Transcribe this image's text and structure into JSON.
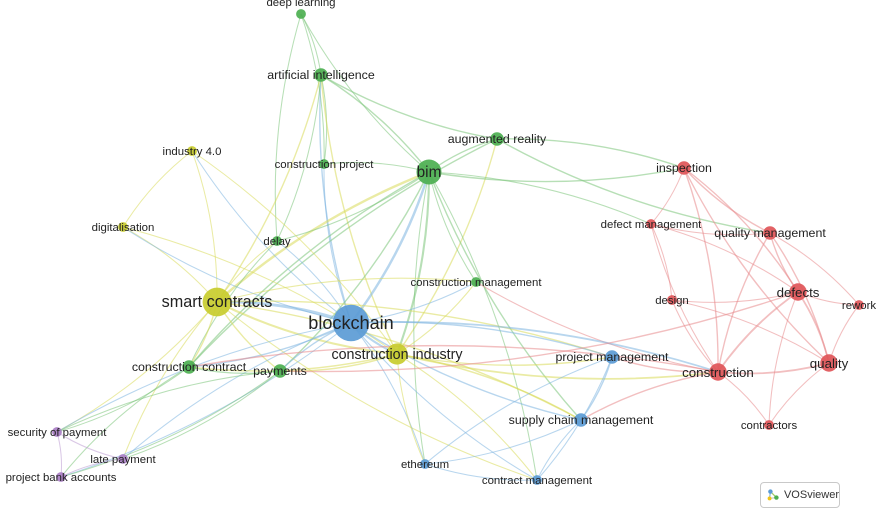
{
  "colors": {
    "green": "#4cae50",
    "blue": "#5b9bd5",
    "yellow": "#c9cc36",
    "red": "#e05256",
    "purple": "#a77cc2"
  },
  "clusters": {
    "green": {
      "node": "#4caf50",
      "edge": "#7cc47a"
    },
    "blue": {
      "node": "#5b9bd5",
      "edge": "#7eb5e0"
    },
    "yellow": {
      "node": "#c8cc2e",
      "edge": "#d8db5a"
    },
    "red": {
      "node": "#e05558",
      "edge": "#e88a8c"
    },
    "purple": {
      "node": "#a97ec4",
      "edge": "#bb9ad1"
    }
  },
  "nodes": [
    {
      "id": "deep-learning",
      "label": "deep learning",
      "cluster": "green",
      "weight": 1
    },
    {
      "id": "artificial-intelligence",
      "label": "artificial intelligence",
      "cluster": "green",
      "weight": 2
    },
    {
      "id": "augmented-reality",
      "label": "augmented reality",
      "cluster": "green",
      "weight": 2
    },
    {
      "id": "industry-4-0",
      "label": "industry 4.0",
      "cluster": "yellow",
      "weight": 1
    },
    {
      "id": "construction-project",
      "label": "construction project",
      "cluster": "green",
      "weight": 1
    },
    {
      "id": "bim",
      "label": "bim",
      "cluster": "green",
      "weight": 5
    },
    {
      "id": "digitalisation",
      "label": "digitalisation",
      "cluster": "yellow",
      "weight": 1
    },
    {
      "id": "delay",
      "label": "delay",
      "cluster": "green",
      "weight": 1
    },
    {
      "id": "construction-management",
      "label": "construction management",
      "cluster": "green",
      "weight": 1
    },
    {
      "id": "smart-contracts",
      "label": "smart contracts",
      "cluster": "yellow",
      "weight": 6
    },
    {
      "id": "blockchain",
      "label": "blockchain",
      "cluster": "blue",
      "weight": 8
    },
    {
      "id": "construction-industry",
      "label": "construction industry",
      "cluster": "yellow",
      "weight": 4
    },
    {
      "id": "construction-contract",
      "label": "construction contract",
      "cluster": "green",
      "weight": 2
    },
    {
      "id": "payments",
      "label": "payments",
      "cluster": "green",
      "weight": 2
    },
    {
      "id": "project-management",
      "label": "project management",
      "cluster": "blue",
      "weight": 2
    },
    {
      "id": "supply-chain-management",
      "label": "supply chain management",
      "cluster": "blue",
      "weight": 2
    },
    {
      "id": "ethereum",
      "label": "ethereum",
      "cluster": "blue",
      "weight": 1
    },
    {
      "id": "contract-management",
      "label": "contract management",
      "cluster": "blue",
      "weight": 1
    },
    {
      "id": "security-of-payment",
      "label": "security of payment",
      "cluster": "purple",
      "weight": 1
    },
    {
      "id": "late-payment",
      "label": "late payment",
      "cluster": "purple",
      "weight": 1
    },
    {
      "id": "project-bank-accounts",
      "label": "project bank accounts",
      "cluster": "purple",
      "weight": 1
    },
    {
      "id": "inspection",
      "label": "inspection",
      "cluster": "red",
      "weight": 2
    },
    {
      "id": "defect-management",
      "label": "defect management",
      "cluster": "red",
      "weight": 1
    },
    {
      "id": "quality-management",
      "label": "quality management",
      "cluster": "red",
      "weight": 2
    },
    {
      "id": "defects",
      "label": "defects",
      "cluster": "red",
      "weight": 3
    },
    {
      "id": "design",
      "label": "design",
      "cluster": "red",
      "weight": 1
    },
    {
      "id": "rework",
      "label": "rework",
      "cluster": "red",
      "weight": 1
    },
    {
      "id": "quality",
      "label": "quality",
      "cluster": "red",
      "weight": 3
    },
    {
      "id": "construction",
      "label": "construction",
      "cluster": "red",
      "weight": 3
    },
    {
      "id": "contractors",
      "label": "contractors",
      "cluster": "red",
      "weight": 1
    }
  ],
  "edges": [
    [
      "deep-learning",
      "artificial-intelligence"
    ],
    [
      "deep-learning",
      "bim"
    ],
    [
      "deep-learning",
      "construction-project"
    ],
    [
      "deep-learning",
      "delay"
    ],
    [
      "artificial-intelligence",
      "bim"
    ],
    [
      "artificial-intelligence",
      "blockchain"
    ],
    [
      "artificial-intelligence",
      "smart-contracts"
    ],
    [
      "artificial-intelligence",
      "augmented-reality"
    ],
    [
      "artificial-intelligence",
      "construction-project"
    ],
    [
      "artificial-intelligence",
      "construction-industry"
    ],
    [
      "artificial-intelligence",
      "delay"
    ],
    [
      "augmented-reality",
      "bim"
    ],
    [
      "augmented-reality",
      "inspection"
    ],
    [
      "augmented-reality",
      "quality-management"
    ],
    [
      "augmented-reality",
      "construction-industry"
    ],
    [
      "augmented-reality",
      "construction-contract"
    ],
    [
      "construction-project",
      "bim"
    ],
    [
      "construction-project",
      "blockchain"
    ],
    [
      "bim",
      "blockchain"
    ],
    [
      "bim",
      "smart-contracts"
    ],
    [
      "bim",
      "construction-industry"
    ],
    [
      "bim",
      "construction-management"
    ],
    [
      "bim",
      "delay"
    ],
    [
      "bim",
      "construction-contract"
    ],
    [
      "bim",
      "payments"
    ],
    [
      "bim",
      "supply-chain-management"
    ],
    [
      "bim",
      "contract-management"
    ],
    [
      "bim",
      "ethereum"
    ],
    [
      "bim",
      "defect-management"
    ],
    [
      "bim",
      "inspection"
    ],
    [
      "industry-4-0",
      "smart-contracts"
    ],
    [
      "industry-4-0",
      "blockchain"
    ],
    [
      "industry-4-0",
      "construction-industry"
    ],
    [
      "industry-4-0",
      "digitalisation"
    ],
    [
      "digitalisation",
      "smart-contracts"
    ],
    [
      "digitalisation",
      "blockchain"
    ],
    [
      "digitalisation",
      "construction-industry"
    ],
    [
      "delay",
      "smart-contracts"
    ],
    [
      "delay",
      "blockchain"
    ],
    [
      "delay",
      "construction-contract"
    ],
    [
      "construction-management",
      "blockchain"
    ],
    [
      "construction-management",
      "smart-contracts"
    ],
    [
      "construction-management",
      "construction-industry"
    ],
    [
      "construction-management",
      "construction"
    ],
    [
      "smart-contracts",
      "blockchain"
    ],
    [
      "smart-contracts",
      "construction-industry"
    ],
    [
      "smart-contracts",
      "construction-contract"
    ],
    [
      "smart-contracts",
      "payments"
    ],
    [
      "smart-contracts",
      "security-of-payment"
    ],
    [
      "smart-contracts",
      "late-payment"
    ],
    [
      "smart-contracts",
      "project-management"
    ],
    [
      "smart-contracts",
      "contract-management"
    ],
    [
      "smart-contracts",
      "supply-chain-management"
    ],
    [
      "blockchain",
      "construction-industry"
    ],
    [
      "blockchain",
      "construction-contract"
    ],
    [
      "blockchain",
      "payments"
    ],
    [
      "blockchain",
      "project-management"
    ],
    [
      "blockchain",
      "supply-chain-management"
    ],
    [
      "blockchain",
      "ethereum"
    ],
    [
      "blockchain",
      "contract-management"
    ],
    [
      "blockchain",
      "construction"
    ],
    [
      "blockchain",
      "security-of-payment"
    ],
    [
      "blockchain",
      "project-bank-accounts"
    ],
    [
      "blockchain",
      "late-payment"
    ],
    [
      "construction-industry",
      "payments"
    ],
    [
      "construction-industry",
      "project-management"
    ],
    [
      "construction-industry",
      "supply-chain-management"
    ],
    [
      "construction-industry",
      "construction"
    ],
    [
      "construction-industry",
      "construction-contract"
    ],
    [
      "construction-industry",
      "ethereum"
    ],
    [
      "construction-industry",
      "contract-management"
    ],
    [
      "construction-contract",
      "payments"
    ],
    [
      "construction-contract",
      "security-of-payment"
    ],
    [
      "construction-contract",
      "project-bank-accounts"
    ],
    [
      "payments",
      "late-payment"
    ],
    [
      "payments",
      "security-of-payment"
    ],
    [
      "payments",
      "project-bank-accounts"
    ],
    [
      "security-of-payment",
      "late-payment"
    ],
    [
      "security-of-payment",
      "project-bank-accounts"
    ],
    [
      "late-payment",
      "project-bank-accounts"
    ],
    [
      "project-management",
      "supply-chain-management"
    ],
    [
      "project-management",
      "ethereum"
    ],
    [
      "project-management",
      "contract-management"
    ],
    [
      "project-management",
      "construction"
    ],
    [
      "supply-chain-management",
      "ethereum"
    ],
    [
      "supply-chain-management",
      "contract-management"
    ],
    [
      "supply-chain-management",
      "construction"
    ],
    [
      "ethereum",
      "contract-management"
    ],
    [
      "inspection",
      "defect-management"
    ],
    [
      "inspection",
      "quality-management"
    ],
    [
      "inspection",
      "defects"
    ],
    [
      "inspection",
      "quality"
    ],
    [
      "inspection",
      "construction"
    ],
    [
      "defect-management",
      "quality-management"
    ],
    [
      "defect-management",
      "defects"
    ],
    [
      "defect-management",
      "construction"
    ],
    [
      "defect-management",
      "design"
    ],
    [
      "quality-management",
      "defects"
    ],
    [
      "quality-management",
      "quality"
    ],
    [
      "quality-management",
      "construction"
    ],
    [
      "quality-management",
      "rework"
    ],
    [
      "defects",
      "rework"
    ],
    [
      "defects",
      "quality"
    ],
    [
      "defects",
      "construction"
    ],
    [
      "defects",
      "design"
    ],
    [
      "defects",
      "contractors"
    ],
    [
      "defects",
      "payments"
    ],
    [
      "design",
      "construction"
    ],
    [
      "design",
      "quality"
    ],
    [
      "rework",
      "quality"
    ],
    [
      "quality",
      "construction"
    ],
    [
      "quality",
      "contractors"
    ],
    [
      "construction",
      "contractors"
    ],
    [
      "construction",
      "construction-contract"
    ]
  ],
  "badge": {
    "label": "VOSviewer"
  }
}
